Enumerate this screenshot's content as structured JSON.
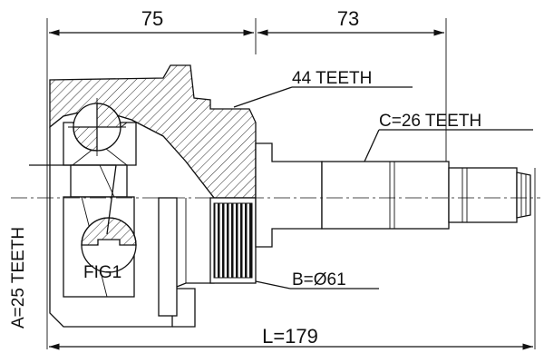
{
  "dimensions": {
    "left_length": "75",
    "right_length": "73",
    "total_length": "L=179"
  },
  "callouts": {
    "abs_ring_teeth": "44 TEETH",
    "outer_spline": "C=26 TEETH",
    "inner_spline": "A=25 TEETH",
    "abs_ring_diameter": "B=Ø61",
    "figure_ref": "FIG1"
  }
}
